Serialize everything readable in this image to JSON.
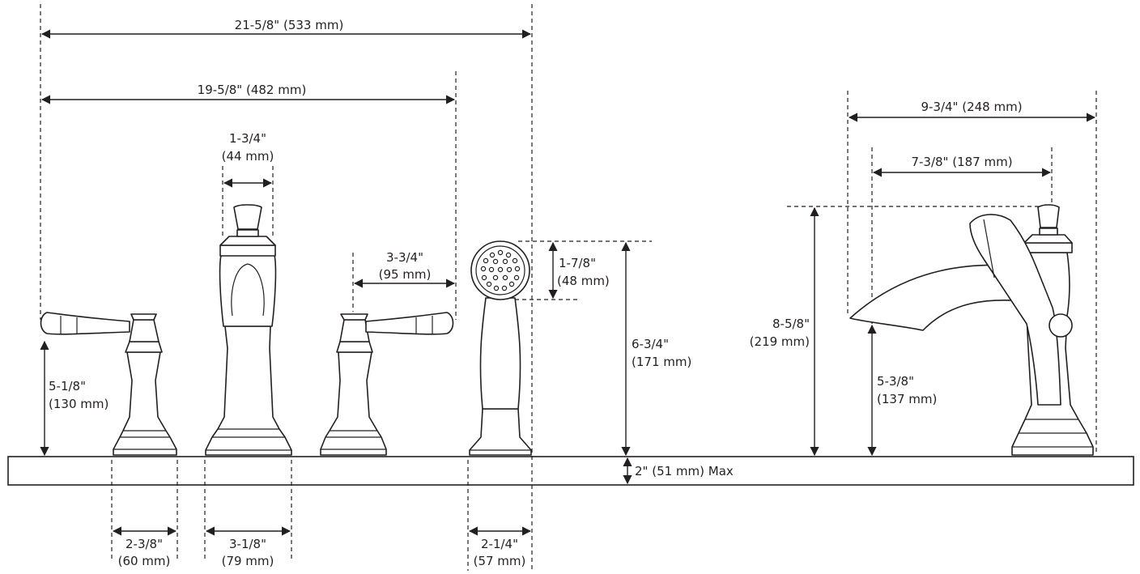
{
  "dimensions": {
    "overall_width": "21-5/8\" (533 mm)",
    "handle_span": "19-5/8\" (482 mm)",
    "spout_top_in": "1-3/4\"",
    "spout_top_mm": "(44 mm)",
    "handle_reach_in": "3-3/4\"",
    "handle_reach_mm": "(95 mm)",
    "sprayer_head_in": "1-7/8\"",
    "sprayer_head_mm": "(48 mm)",
    "sprayer_height_in": "6-3/4\"",
    "sprayer_height_mm": "(171 mm)",
    "handle_height_in": "5-1/8\"",
    "handle_height_mm": "(130 mm)",
    "deck_thickness": "2\" (51 mm) Max",
    "handle_base_in": "2-3/8\"",
    "handle_base_mm": "(60 mm)",
    "spout_base_in": "3-1/8\"",
    "spout_base_mm": "(79 mm)",
    "sprayer_base_in": "2-1/4\"",
    "sprayer_base_mm": "(57 mm)",
    "side_depth": "9-3/4\" (248 mm)",
    "side_reach": "7-3/8\" (187 mm)",
    "side_height_in": "8-5/8\"",
    "side_height_mm": "(219 mm)",
    "side_outlet_in": "5-3/8\"",
    "side_outlet_mm": "(137 mm)"
  }
}
